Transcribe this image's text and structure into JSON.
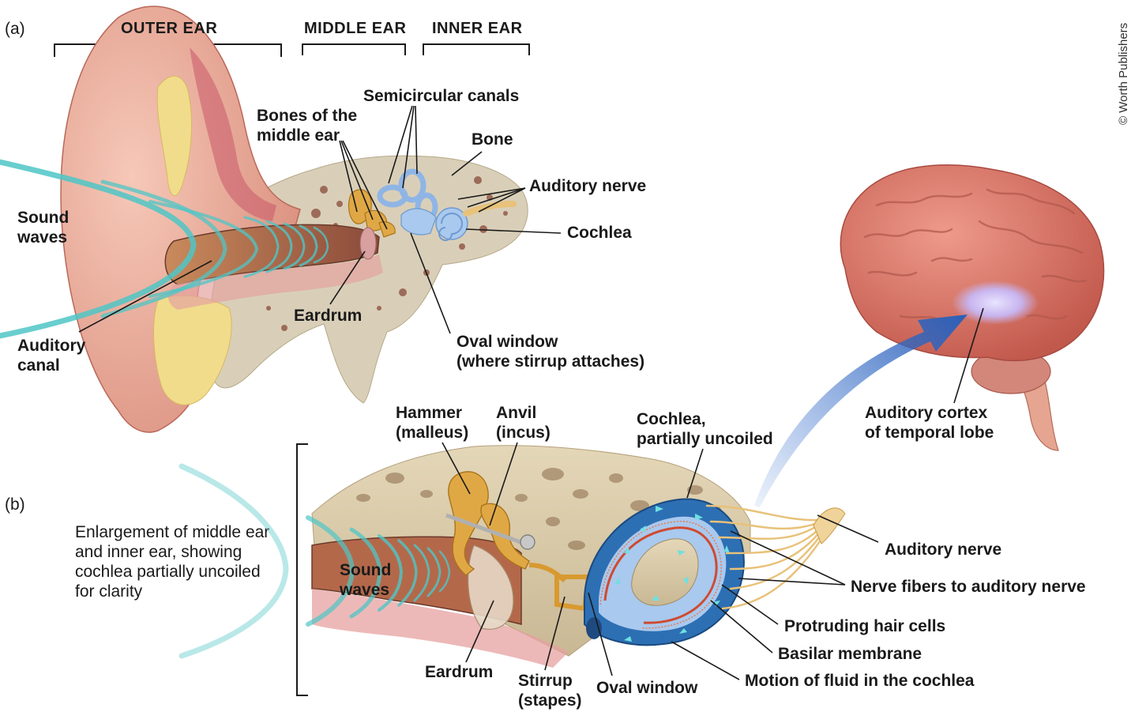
{
  "panel_a": {
    "letter": "(a)",
    "sections": {
      "outer_ear": "OUTER EAR",
      "middle_ear": "MIDDLE EAR",
      "inner_ear": "INNER EAR"
    },
    "labels": {
      "sound_waves_1": "Sound",
      "sound_waves_2": "waves",
      "auditory_canal_1": "Auditory",
      "auditory_canal_2": "canal",
      "bones_middle_ear_1": "Bones of the",
      "bones_middle_ear_2": "middle ear",
      "semicircular_canals": "Semicircular canals",
      "bone": "Bone",
      "auditory_nerve": "Auditory nerve",
      "cochlea": "Cochlea",
      "eardrum": "Eardrum",
      "oval_window_1": "Oval window",
      "oval_window_2": "(where stirrup attaches)"
    }
  },
  "panel_b": {
    "letter": "(b)",
    "caption": [
      "Enlargement of middle ear",
      "and inner ear, showing",
      "cochlea partially uncoiled",
      "for clarity"
    ],
    "labels": {
      "hammer_1": "Hammer",
      "hammer_2": "(malleus)",
      "anvil_1": "Anvil",
      "anvil_2": "(incus)",
      "cochlea_uncoiled_1": "Cochlea,",
      "cochlea_uncoiled_2": "partially uncoiled",
      "auditory_cortex_1": "Auditory cortex",
      "auditory_cortex_2": "of temporal lobe",
      "auditory_nerve": "Auditory nerve",
      "nerve_fibers": "Nerve fibers to auditory nerve",
      "hair_cells": "Protruding hair cells",
      "basilar_membrane": "Basilar membrane",
      "fluid_motion": "Motion of fluid in the cochlea",
      "sound_waves_1": "Sound",
      "sound_waves_2": "waves",
      "eardrum": "Eardrum",
      "stirrup_1": "Stirrup",
      "stirrup_2": "(stapes)",
      "oval_window": "Oval window"
    }
  },
  "credit": "© Worth Publishers",
  "colors": {
    "skin": "#e8a898",
    "skin_dark": "#c97a6c",
    "bone": "#d9cfb8",
    "bone_dark": "#8a5a4a",
    "canal": "#a86a4a",
    "sound_wave": "#4fc6c6",
    "cochlea": "#a9c9ee",
    "ossicle": "#e0a845",
    "brain": "#d9776b",
    "arrow_blue": "#3a6fc8",
    "nerve": "#e8c27a",
    "fat": "#f1dc8c"
  }
}
